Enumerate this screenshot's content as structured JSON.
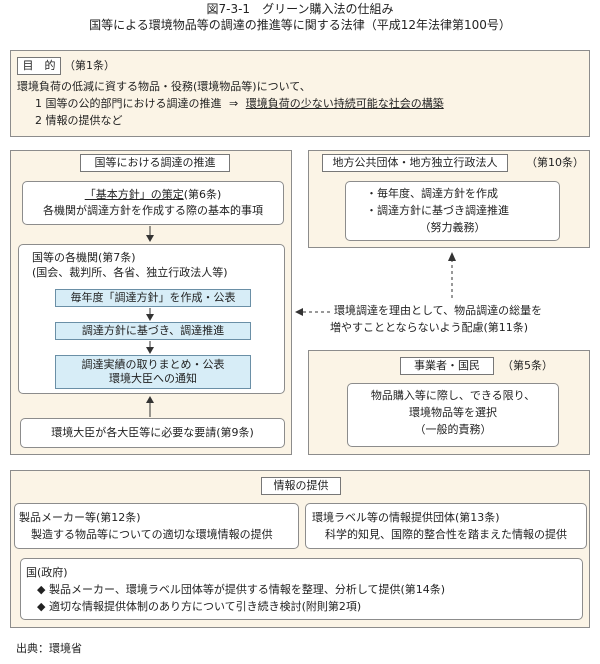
{
  "figure": {
    "number": "図7-3-1",
    "title": "グリーン購入法の仕組み",
    "subtitle": "国等による環境物品等の調達の推進等に関する法律（平成12年法律第100号）"
  },
  "purpose": {
    "label": "目　的",
    "article": "（第1条）",
    "line1": "環境負荷の低減に資する物品・役務(環境物品等)について、",
    "item1_prefix": "1  国等の公的部門における調達の推進",
    "item1_arrow": "⇒",
    "item1_result": "環境負荷の少ない持続可能な社会の構築",
    "item2": "2  情報の提供など"
  },
  "national": {
    "label": "国等における調達の推進",
    "policy_title": "「基本方針」の策定",
    "policy_article": "(第6条)",
    "policy_desc": "各機関が調達方針を作成する際の基本的事項",
    "agencies_title": "国等の各機関(第7条)",
    "agencies_sub": "(国会、裁判所、各省、独立行政法人等)",
    "step1": "毎年度「調達方針」を作成・公表",
    "step2": "調達方針に基づき、調達推進",
    "step3_line1": "調達実績の取りまとめ・公表",
    "step3_line2": "環境大臣への通知",
    "request": "環境大臣が各大臣等に必要な要請(第9条)"
  },
  "local": {
    "label": "地方公共団体・地方独立行政法人",
    "article": "（第10条）",
    "line1": "・毎年度、調達方針を作成",
    "line2": "・調達方針に基づき調達推進",
    "line3": "（努力義務）"
  },
  "note": {
    "line1": "環境調達を理由として、物品調達の総量を",
    "line2": "増やすこととならないよう配慮(第11条)"
  },
  "business": {
    "label": "事業者・国民",
    "article": "（第5条）",
    "line1": "物品購入等に際し、できる限り、",
    "line2": "環境物品等を選択",
    "line3": "（一般的責務）"
  },
  "info": {
    "label": "情報の提供",
    "maker_title": "製品メーカー等(第12条)",
    "maker_desc": "製造する物品等についての適切な環境情報の提供",
    "ecolabel_title": "環境ラベル等の情報提供団体(第13条)",
    "ecolabel_desc": "科学的知見、国際的整合性を踏まえた情報の提供",
    "gov_title": "国(政府)",
    "gov_item1": "◆ 製品メーカー、環境ラベル団体等が提供する情報を整理、分析して提供(第14条)",
    "gov_item2": "◆ 適切な情報提供体制のあり方について引き続き検討(附則第2項)"
  },
  "source": "出典：環境省"
}
